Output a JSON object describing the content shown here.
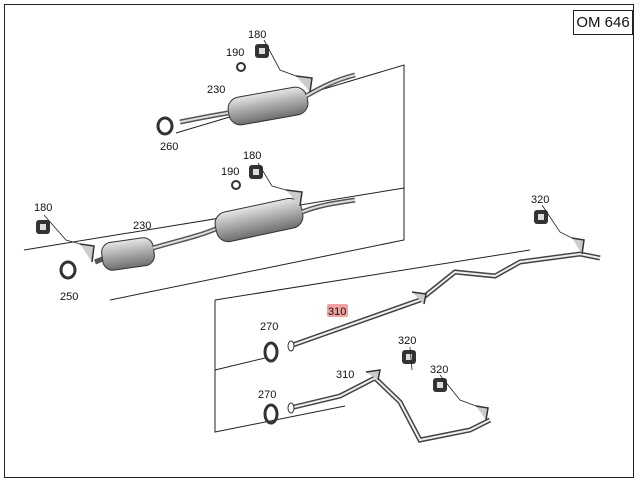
{
  "model_code": "OM 646",
  "parts": [
    {
      "id": "p180a",
      "number": "180"
    },
    {
      "id": "p190a",
      "number": "190"
    },
    {
      "id": "p230a",
      "number": "230"
    },
    {
      "id": "p260",
      "number": "260"
    },
    {
      "id": "p180b",
      "number": "180"
    },
    {
      "id": "p190b",
      "number": "190"
    },
    {
      "id": "p180c",
      "number": "180"
    },
    {
      "id": "p230b",
      "number": "230"
    },
    {
      "id": "p250",
      "number": "250"
    },
    {
      "id": "p320a",
      "number": "320"
    },
    {
      "id": "p310a",
      "number": "310",
      "highlighted": true
    },
    {
      "id": "p270a",
      "number": "270"
    },
    {
      "id": "p320b",
      "number": "320"
    },
    {
      "id": "p310b",
      "number": "310"
    },
    {
      "id": "p320c",
      "number": "320"
    },
    {
      "id": "p270b",
      "number": "270"
    }
  ],
  "colors": {
    "line": "#222222",
    "part_fill": "#bfbfbf",
    "part_shade": "#7a7a7a",
    "highlight": "#f2a0a0"
  }
}
